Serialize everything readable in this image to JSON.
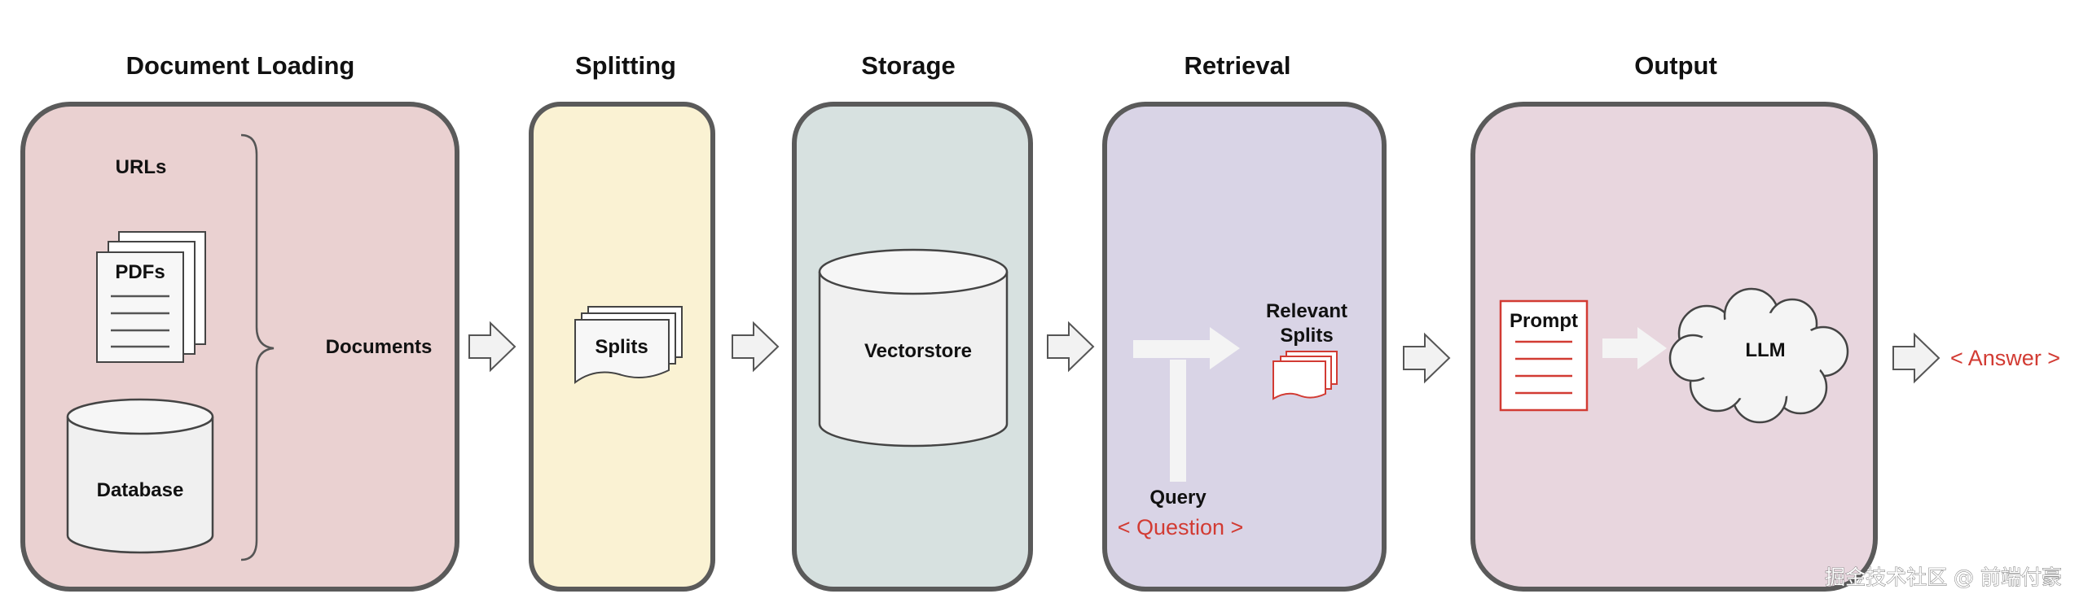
{
  "stages": {
    "loading": {
      "title": "Document Loading"
    },
    "splitting": {
      "title": "Splitting"
    },
    "storage": {
      "title": "Storage"
    },
    "retrieval": {
      "title": "Retrieval"
    },
    "output": {
      "title": "Output"
    }
  },
  "labels": {
    "urls": "URLs",
    "pdfs": "PDFs",
    "database": "Database",
    "documents": "Documents",
    "splits": "Splits",
    "vectorstore": "Vectorstore",
    "relevant_splits_line1": "Relevant",
    "relevant_splits_line2": "Splits",
    "query": "Query",
    "question": "< Question >",
    "prompt": "Prompt",
    "llm": "LLM",
    "answer": "< Answer >"
  },
  "watermark": "掘金技术社区 @ 前端付豪",
  "colors": {
    "loading_fill": "#ead1d1",
    "splitting_fill": "#faf2d3",
    "storage_fill": "#d7e1e0",
    "retrieval_fill": "#d9d4e6",
    "output_fill": "#e8d6de",
    "border": "#5a5a5a",
    "accent_red": "#d23b33"
  }
}
